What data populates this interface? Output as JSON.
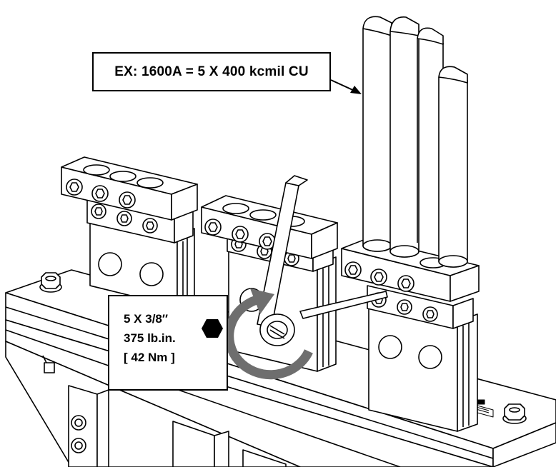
{
  "callouts": {
    "cable_spec": "EX:  1600A = 5 X 400 kcmil  CU",
    "torque": {
      "size": "5 X 3/8″",
      "torque_imperial": "375 lb.in.",
      "torque_metric": "[ 42 Nm ]",
      "tool_icon": "hex-key-icon"
    }
  },
  "colors": {
    "line": "#000000",
    "fill": "#ffffff",
    "rotation_arrow": "#6e6e6e"
  }
}
